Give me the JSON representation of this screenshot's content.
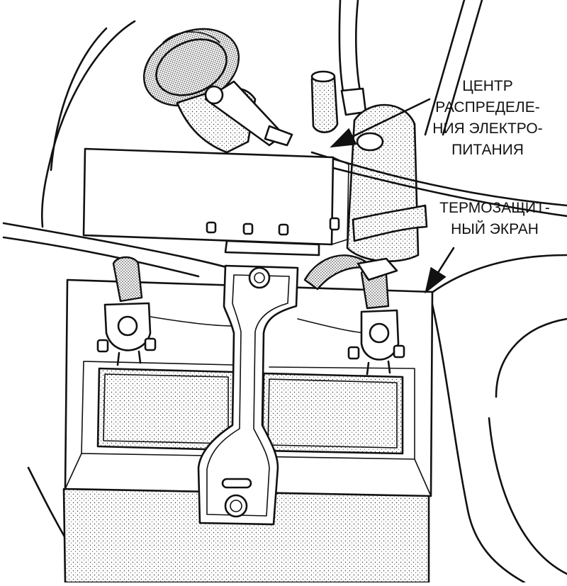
{
  "labels": {
    "power_center": [
      "ЦЕНТР",
      "РАСПРЕДЕЛЕ-",
      "НИЯ ЭЛЕКТРО-",
      "ПИТАНИЯ"
    ],
    "heat_shield": [
      "ТЕРМОЗАЩИТ-",
      "НЫЙ ЭКРАН"
    ]
  },
  "colors": {
    "ink": "#111111",
    "paper": "#ffffff"
  }
}
